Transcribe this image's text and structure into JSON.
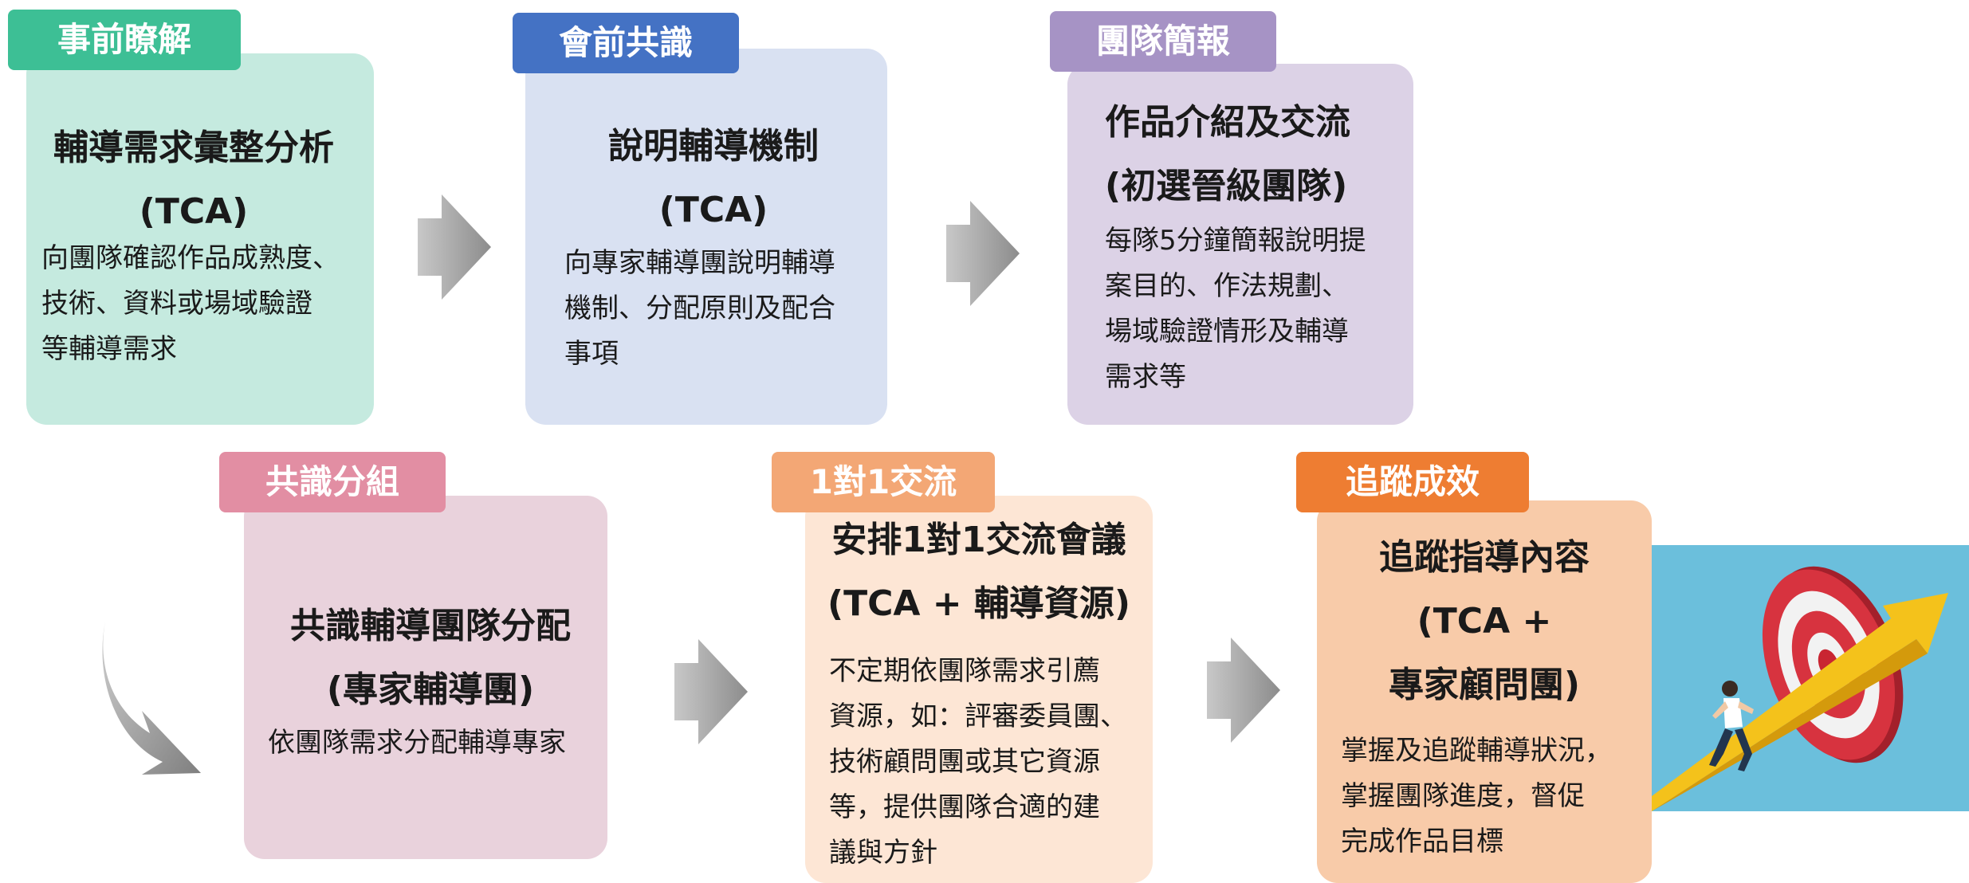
{
  "colors": {
    "card1_bg": "#c5eadf",
    "tab1": "#3dbf95",
    "card2_bg": "#d9e1f2",
    "tab2": "#4472c4",
    "card3_bg": "#dcd2e6",
    "tab3": "#a693c5",
    "card4_bg": "#e9d2dc",
    "tab4": "#e28ea3",
    "card5_bg": "#fde6d5",
    "tab5": "#f3a775",
    "card6_bg": "#f8cba9",
    "tab6": "#ee7d32",
    "arrow": "#9f9f9f"
  },
  "steps": [
    {
      "tab": "事前瞭解",
      "title": [
        "輔導需求彙整分析",
        "(TCA)"
      ],
      "body": [
        "向團隊確認作品成熟度、",
        "技術、資料或場域驗證",
        "等輔導需求"
      ]
    },
    {
      "tab": "會前共識",
      "title": [
        "說明輔導機制",
        "(TCA)"
      ],
      "body": [
        "向專家輔導團說明輔導",
        "機制、分配原則及配合",
        "事項"
      ]
    },
    {
      "tab": "團隊簡報",
      "title": [
        "作品介紹及交流",
        "(初選晉級團隊)"
      ],
      "body": [
        "每隊5分鐘簡報說明提",
        "案目的、作法規劃、",
        "場域驗證情形及輔導",
        "需求等"
      ]
    },
    {
      "tab": "共識分組",
      "title": [
        "共識輔導團隊分配",
        "(專家輔導團)"
      ],
      "body": [
        "依團隊需求分配輔導專家"
      ]
    },
    {
      "tab": "1對1交流",
      "title": [
        "安排1對1交流會議",
        "(TCA + 輔導資源)"
      ],
      "body": [
        "不定期依團隊需求引薦",
        "資源，如：評審委員團、",
        "技術顧問團或其它資源",
        "等，提供團隊合適的建",
        "議與方針"
      ]
    },
    {
      "tab": "追蹤成效",
      "title": [
        "追蹤指導內容",
        "(TCA +",
        "專家顧問團)"
      ],
      "body": [
        "掌握及追蹤輔導狀況，",
        "掌握團隊進度，督促",
        "完成作品目標"
      ]
    }
  ],
  "image": {
    "icon": "target-runner-illustration",
    "bg": "#6bbfdc"
  }
}
